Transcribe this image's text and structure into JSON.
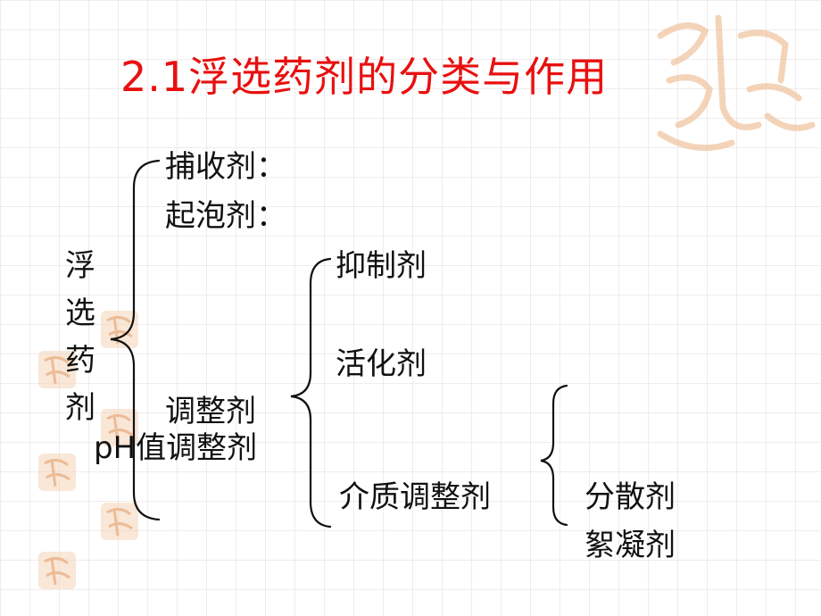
{
  "slide": {
    "title": "2.1浮选药剂的分类与作用",
    "root": "浮选药剂",
    "level1": [
      "捕收剂：",
      "起泡剂：",
      "调整剂"
    ],
    "ph_regulator": "pH值调整剂",
    "level2": [
      "抑制剂",
      "活化剂",
      "介质调整剂"
    ],
    "level3": [
      "分散剂",
      "絮凝剂"
    ],
    "colors": {
      "title": "#e8100f",
      "text": "#111111",
      "seal": "#e9b88f"
    }
  }
}
